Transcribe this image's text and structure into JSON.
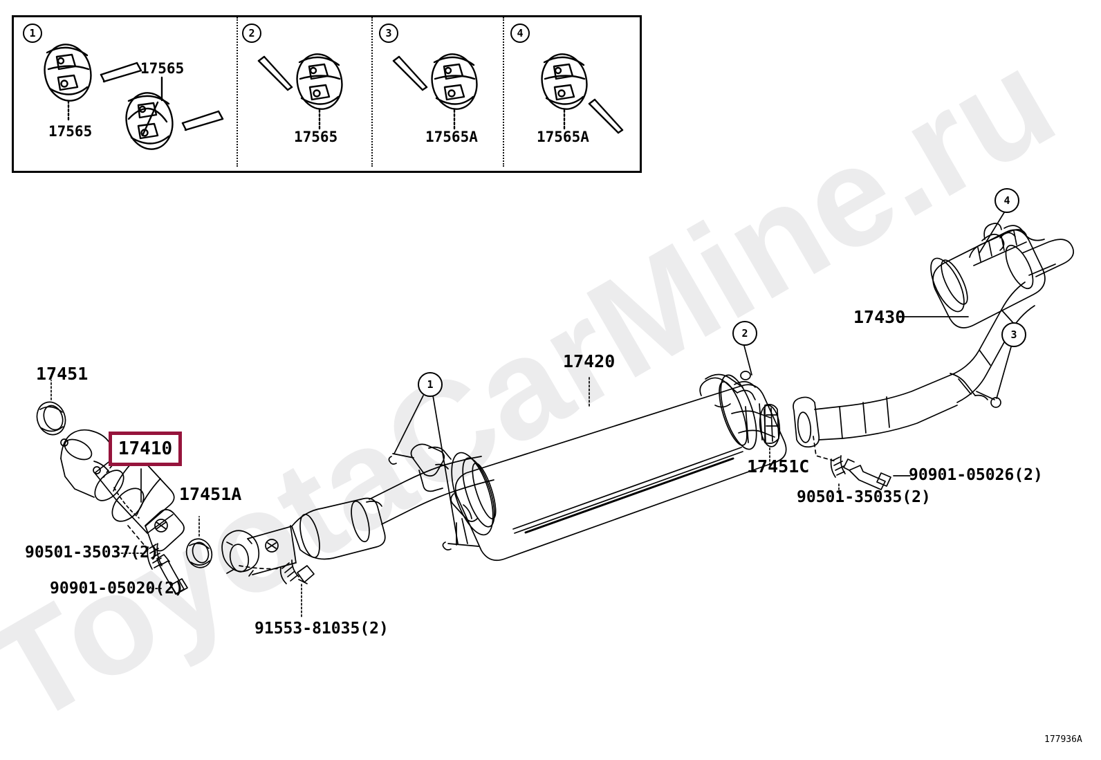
{
  "diagram": {
    "code": "177936A",
    "watermark": "ToyotaCarMine.ru",
    "highlight_color": "#96143c",
    "highlighted_part": "17410"
  },
  "inset_panels": [
    {
      "number": "1",
      "labels": [
        "17565",
        "17565"
      ],
      "icons": [
        "exhaust-hanger-rubber",
        "exhaust-hanger-rubber"
      ]
    },
    {
      "number": "2",
      "labels": [
        "17565"
      ],
      "icons": [
        "exhaust-hanger-rubber"
      ]
    },
    {
      "number": "3",
      "labels": [
        "17565A"
      ],
      "icons": [
        "exhaust-hanger-rubber"
      ]
    },
    {
      "number": "4",
      "labels": [
        "17565A"
      ],
      "icons": [
        "exhaust-hanger-rubber"
      ]
    }
  ],
  "main_labels": [
    {
      "id": "lbl-17451",
      "text": "17451"
    },
    {
      "id": "lbl-17410",
      "text": "17410"
    },
    {
      "id": "lbl-17451a",
      "text": "17451A"
    },
    {
      "id": "lbl-17420",
      "text": "17420"
    },
    {
      "id": "lbl-17430",
      "text": "17430"
    },
    {
      "id": "lbl-17451c",
      "text": "17451C"
    },
    {
      "id": "lbl-90501-35037",
      "text": "90501-35037(2)"
    },
    {
      "id": "lbl-90901-05020",
      "text": "90901-05020(2)"
    },
    {
      "id": "lbl-91553-81035",
      "text": "91553-81035(2)"
    },
    {
      "id": "lbl-90501-35035",
      "text": "90501-35035(2)"
    },
    {
      "id": "lbl-90901-05026",
      "text": "90901-05026(2)"
    }
  ],
  "main_callouts": [
    {
      "id": "callout-1",
      "text": "1"
    },
    {
      "id": "callout-2",
      "text": "2"
    },
    {
      "id": "callout-3",
      "text": "3"
    },
    {
      "id": "callout-4",
      "text": "4"
    }
  ]
}
